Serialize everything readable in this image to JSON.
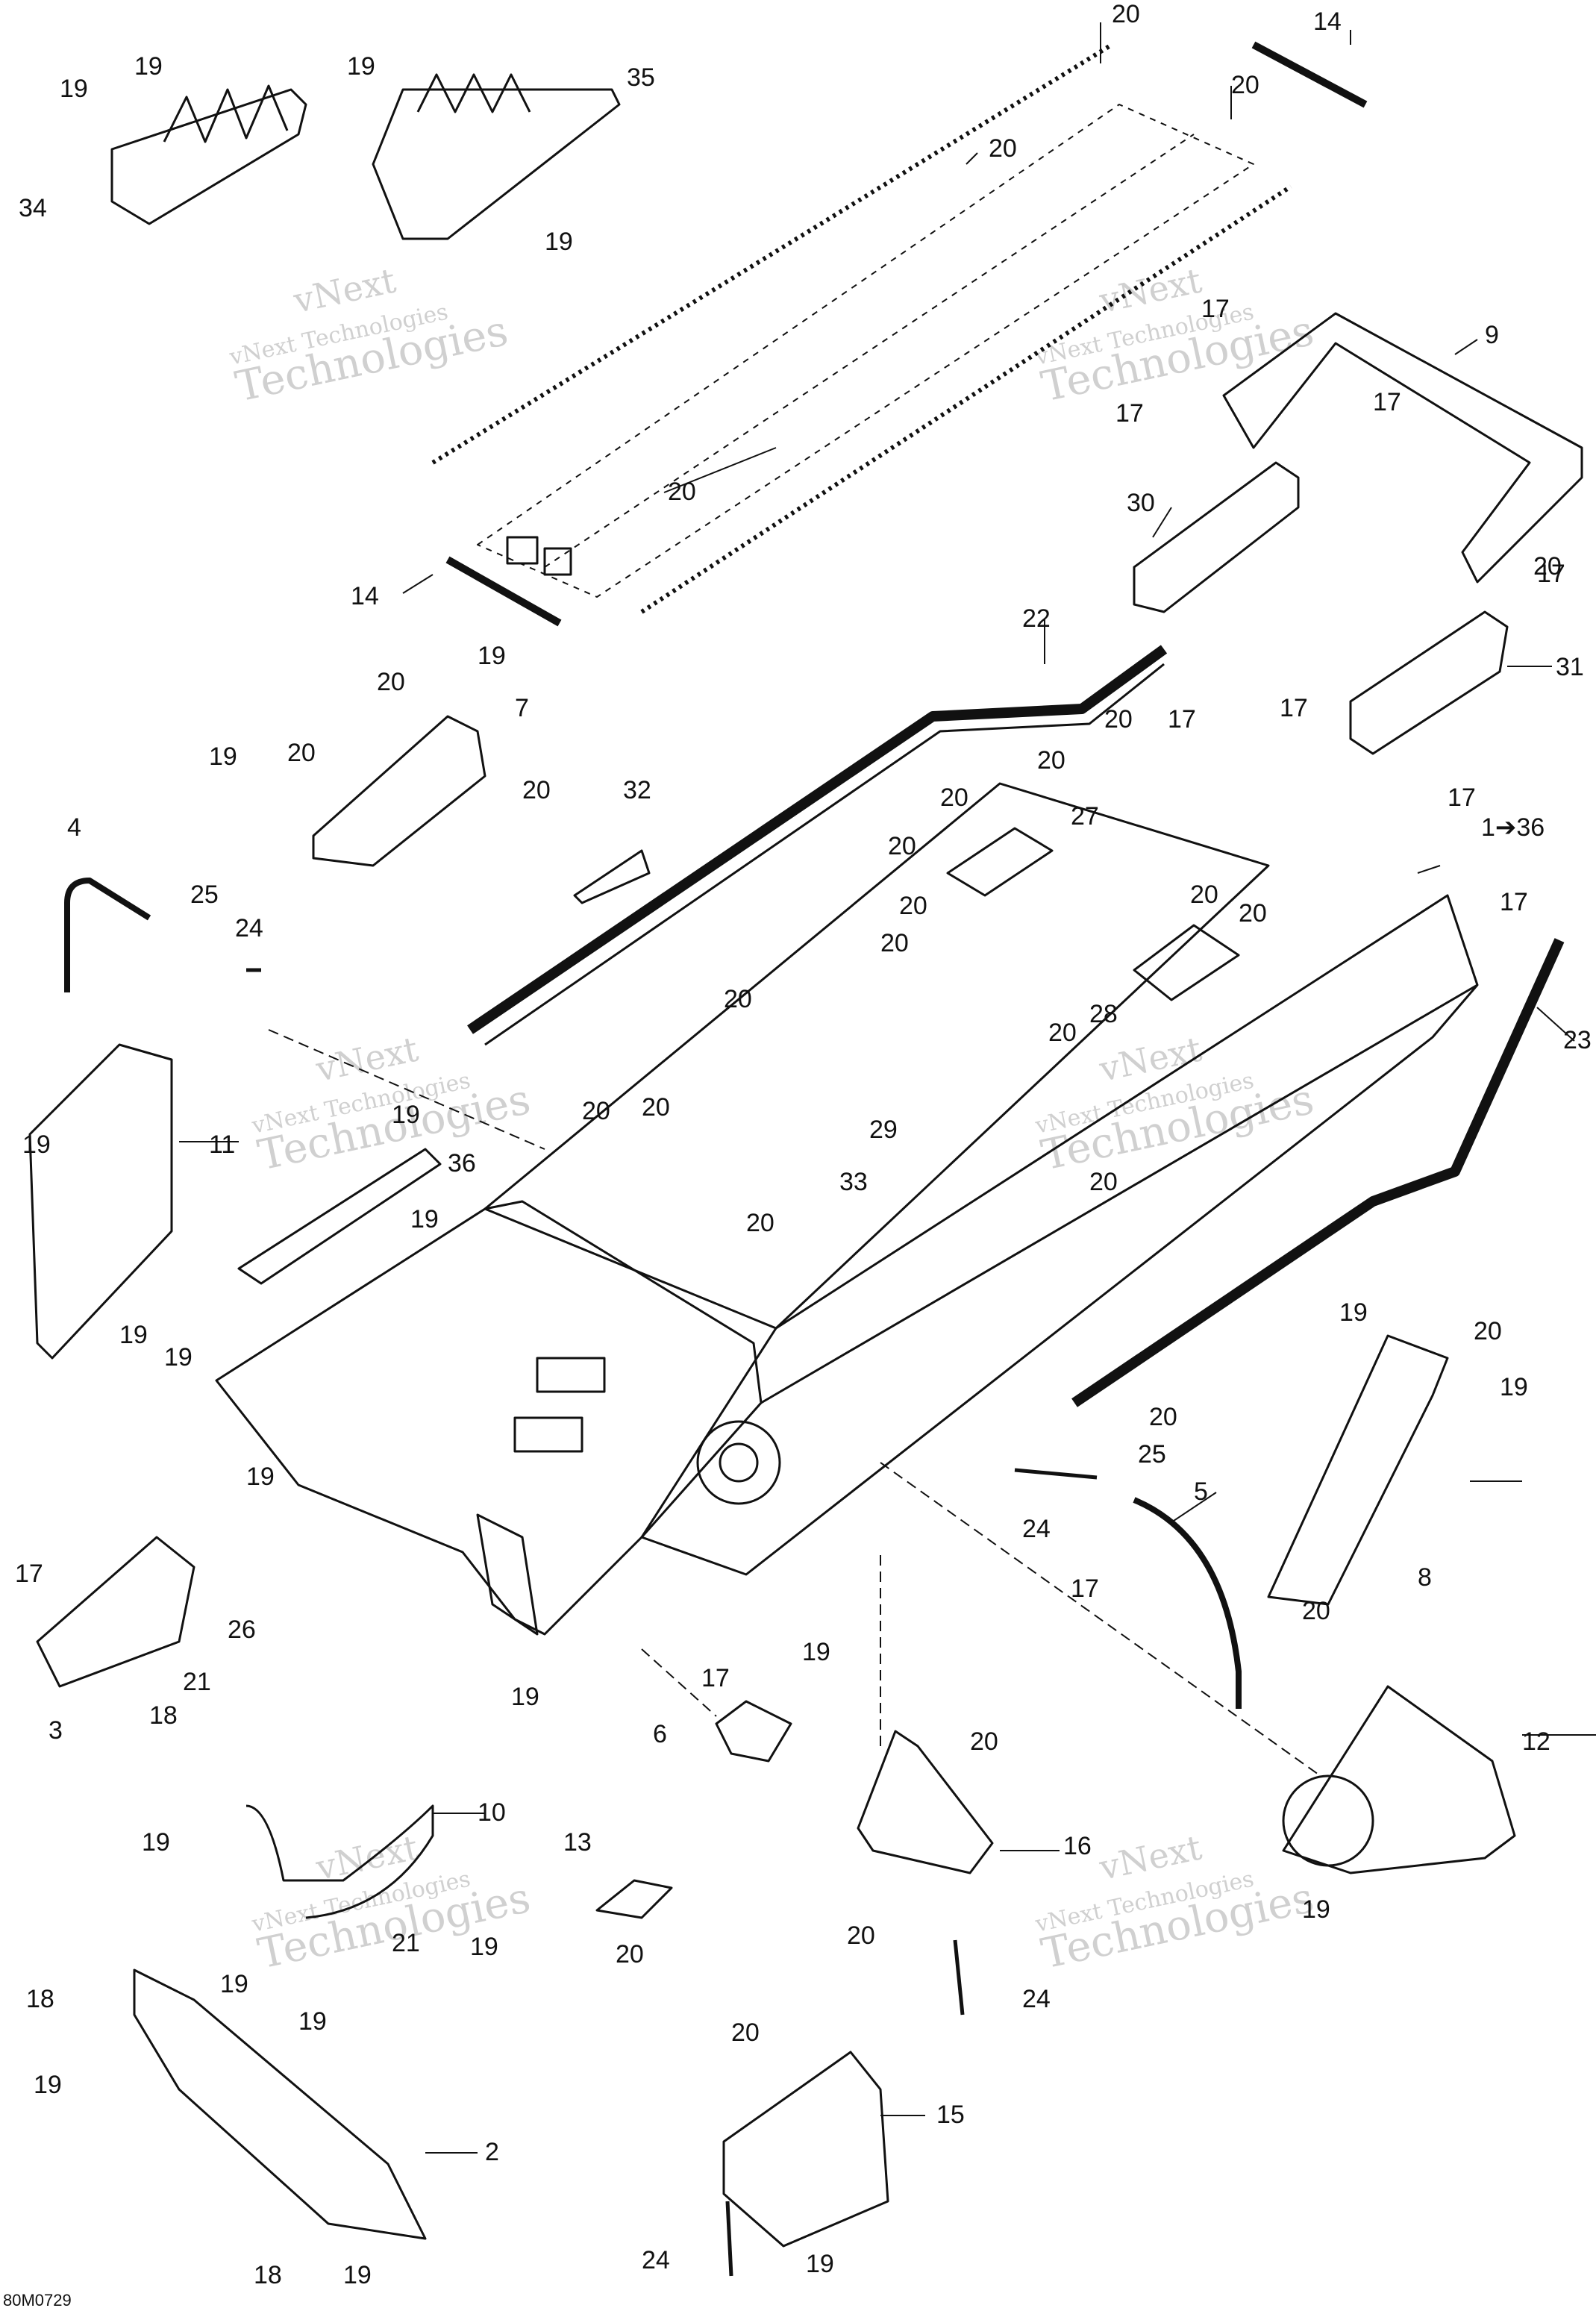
{
  "figure_ref": "80M0729",
  "watermark": {
    "line1": "vNext",
    "line2": "vNext Technologies",
    "line3": "Technologies"
  },
  "callouts": [
    "19",
    "19",
    "34",
    "19",
    "35",
    "19",
    "20",
    "20",
    "14",
    "20",
    "20",
    "9",
    "17",
    "17",
    "17",
    "20",
    "14",
    "30",
    "17",
    "22",
    "31",
    "19",
    "20",
    "7",
    "20",
    "19",
    "20",
    "32",
    "17",
    "17",
    "20",
    "20",
    "20",
    "27",
    "1➔36",
    "17",
    "20",
    "4",
    "25",
    "24",
    "20",
    "20",
    "20",
    "23",
    "17",
    "28",
    "20",
    "20",
    "20",
    "19",
    "11",
    "19",
    "20",
    "20",
    "29",
    "33",
    "20",
    "19",
    "36",
    "20",
    "19",
    "19",
    "19",
    "20",
    "19",
    "19",
    "17",
    "20",
    "25",
    "5",
    "26",
    "24",
    "8",
    "21",
    "17",
    "20",
    "3",
    "18",
    "17",
    "19",
    "19",
    "6",
    "20",
    "12",
    "10",
    "13",
    "16",
    "19",
    "21",
    "19",
    "19",
    "19",
    "19",
    "20",
    "20",
    "24",
    "18",
    "19",
    "20",
    "15",
    "2",
    "24",
    "18",
    "19",
    "19"
  ]
}
